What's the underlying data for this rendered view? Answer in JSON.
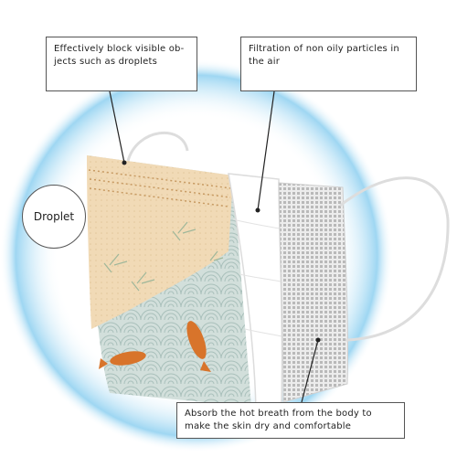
{
  "callouts": {
    "visible_objects": {
      "line1": "Effectively block visible ob-",
      "line2": "jects such as droplets"
    },
    "filtration": {
      "line1": "Filtration of non oily particles in",
      "line2": "the air"
    },
    "breath": {
      "line1": "Absorb the hot breath from the body to",
      "line2": "make the skin dry and comfortable"
    }
  },
  "droplet_label": "Droplet",
  "colors": {
    "mask_cream": "#f3dcb8",
    "wave_blue": "#c9d8d4",
    "koi_orange": "#d9762d",
    "filter_gray": "#b8b8b8",
    "halo_blue": "#8fd0ef"
  }
}
